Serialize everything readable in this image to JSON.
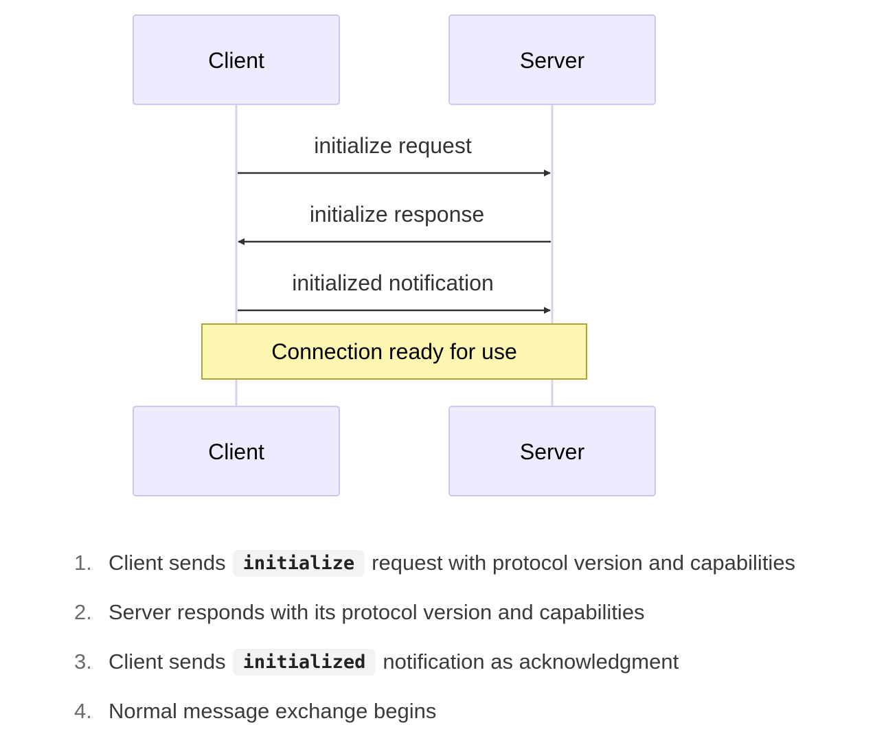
{
  "diagram": {
    "actors": [
      {
        "id": "client",
        "label": "Client"
      },
      {
        "id": "server",
        "label": "Server"
      }
    ],
    "messages": [
      {
        "from": "client",
        "to": "server",
        "label": "initialize request"
      },
      {
        "from": "server",
        "to": "client",
        "label": "initialize response"
      },
      {
        "from": "client",
        "to": "server",
        "label": "initialized notification"
      }
    ],
    "note": {
      "over": [
        "client",
        "server"
      ],
      "label": "Connection ready for use"
    },
    "colors": {
      "actor_fill": "#ececfe",
      "actor_border": "#cdc6f0",
      "lifeline": "#d6d0f5",
      "arrow": "#333333",
      "note_fill": "#fcf6b1",
      "note_border": "#a8a43a"
    }
  },
  "steps": [
    {
      "num": "1.",
      "before": "Client sends",
      "code": "initialize",
      "after": "request with protocol version and capabilities"
    },
    {
      "num": "2.",
      "text": "Server responds with its protocol version and capabilities"
    },
    {
      "num": "3.",
      "before": "Client sends",
      "code": "initialized",
      "after": "notification as acknowledgment"
    },
    {
      "num": "4.",
      "text": "Normal message exchange begins"
    }
  ]
}
